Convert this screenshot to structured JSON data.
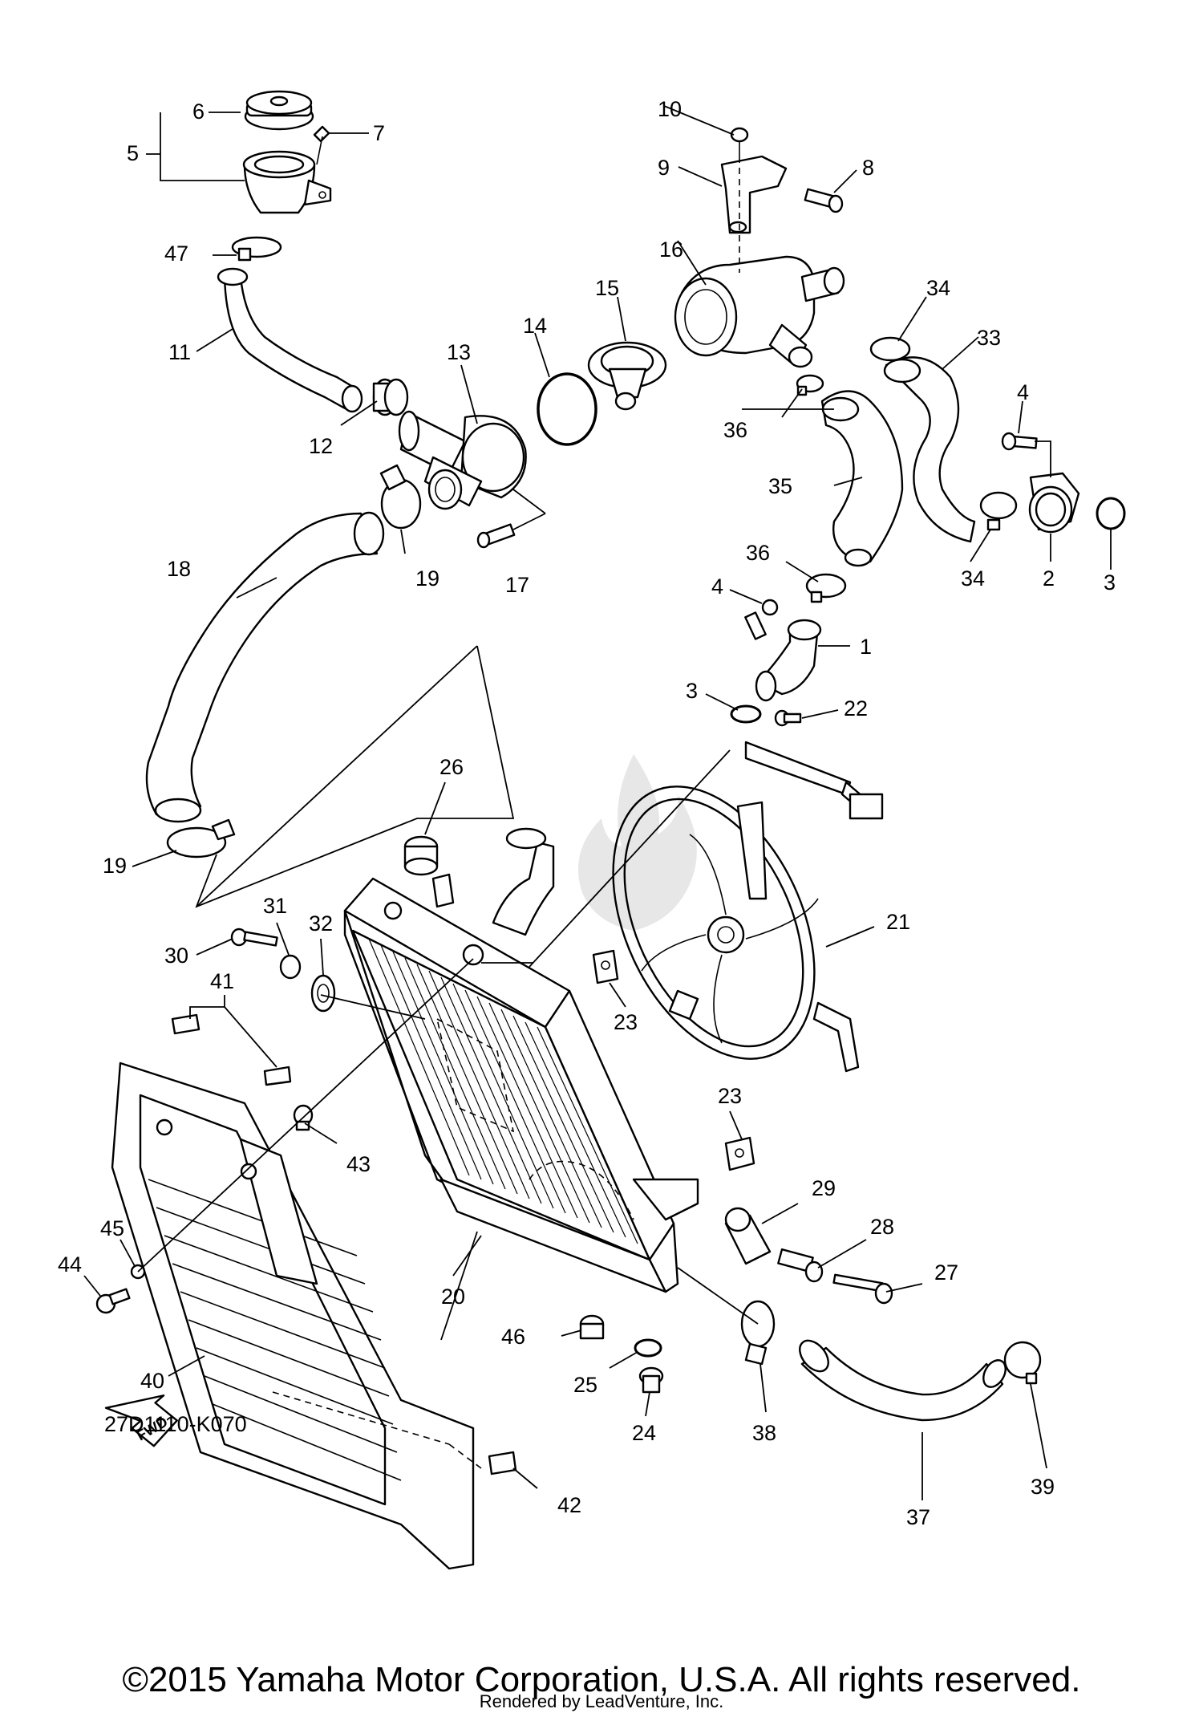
{
  "diagram": {
    "code": "27D1110-K070",
    "fwd_label": "FWD",
    "callouts": [
      "1",
      "2",
      "3",
      "3",
      "4",
      "4",
      "5",
      "6",
      "7",
      "8",
      "9",
      "10",
      "11",
      "12",
      "13",
      "14",
      "15",
      "16",
      "17",
      "18",
      "19",
      "19",
      "20",
      "21",
      "22",
      "23",
      "23",
      "24",
      "25",
      "26",
      "27",
      "28",
      "29",
      "30",
      "31",
      "32",
      "33",
      "34",
      "34",
      "35",
      "36",
      "36",
      "37",
      "38",
      "39",
      "40",
      "41",
      "42",
      "43",
      "44",
      "45",
      "46",
      "47"
    ]
  },
  "footer": {
    "copyright": "©2015 Yamaha Motor Corporation, U.S.A. All rights reserved.",
    "rendered_by": "Rendered by LeadVenture, Inc."
  },
  "watermark_icon": "flame-logo-icon"
}
